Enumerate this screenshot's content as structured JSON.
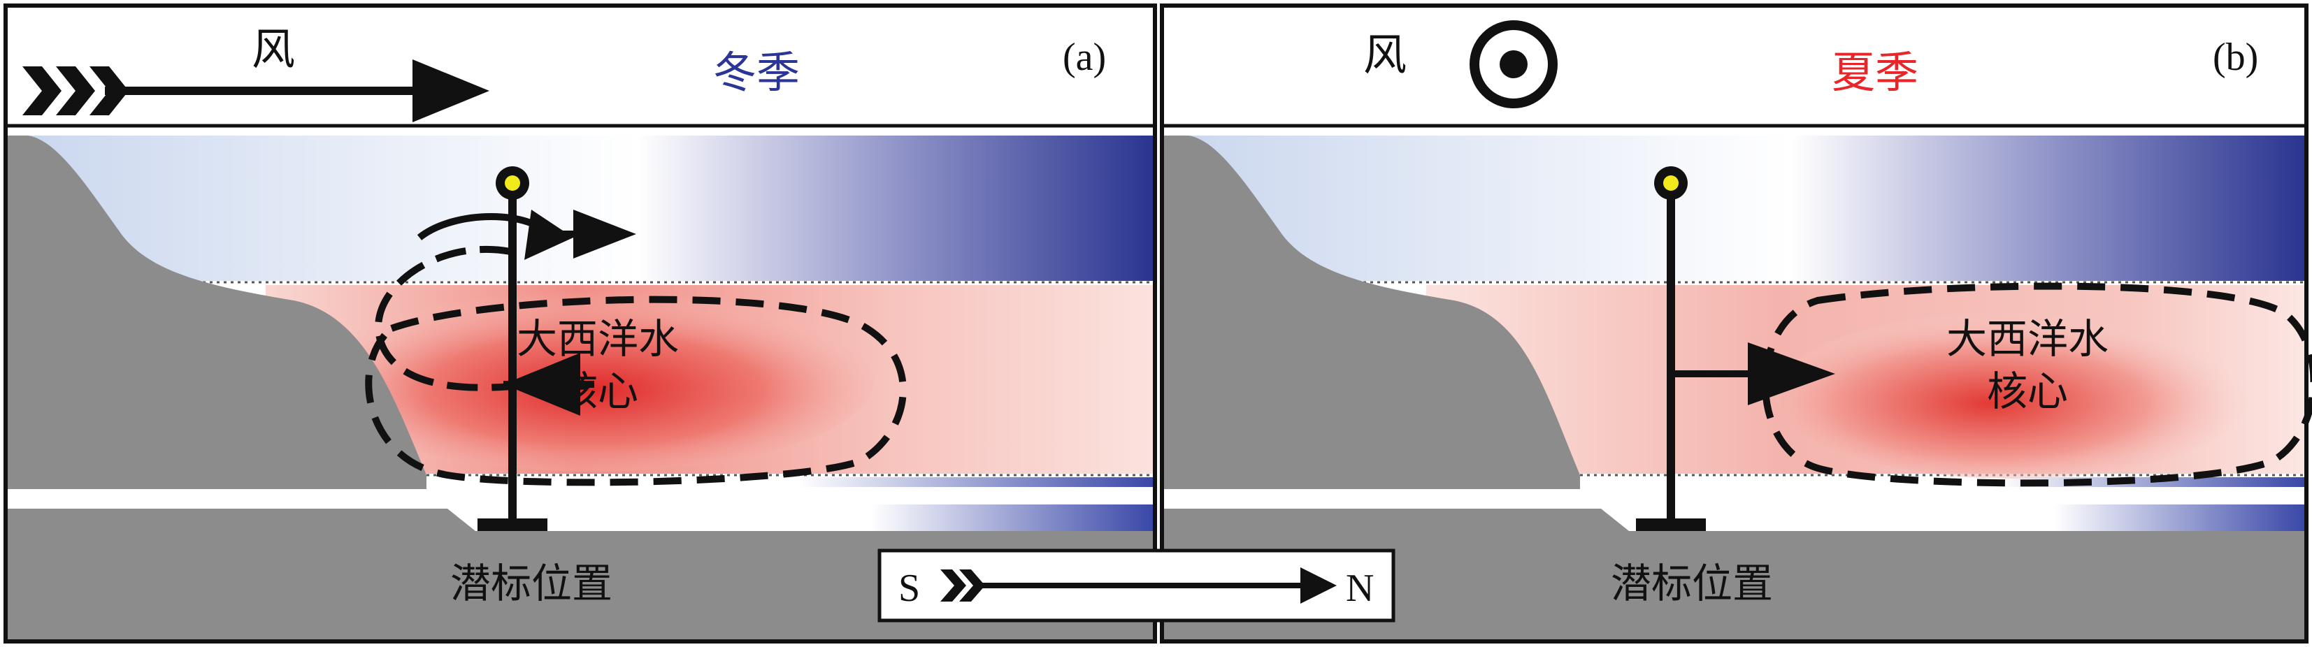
{
  "panels": [
    {
      "letter": "(a)",
      "season": "冬季",
      "season_color": "#2b3596",
      "wind_label": "风",
      "wind_symbol": "arrow-right",
      "core_label_line1": "大西洋水",
      "core_label_line2": "核心",
      "mooring_label": "潜标位置"
    },
    {
      "letter": "(b)",
      "season": "夏季",
      "season_color": "#e8262a",
      "wind_label": "风",
      "wind_symbol": "out-of-page-circle",
      "core_label_line1": "大西洋水",
      "core_label_line2": "核心",
      "mooring_label": "潜标位置"
    }
  ],
  "compass": {
    "south": "S",
    "north": "N"
  },
  "colors": {
    "shelf_gray": "#8c8c8c",
    "cold_blue": "#2a3590",
    "warm_red": "#e02a2a",
    "mooring_float": "#f2ea1a"
  }
}
